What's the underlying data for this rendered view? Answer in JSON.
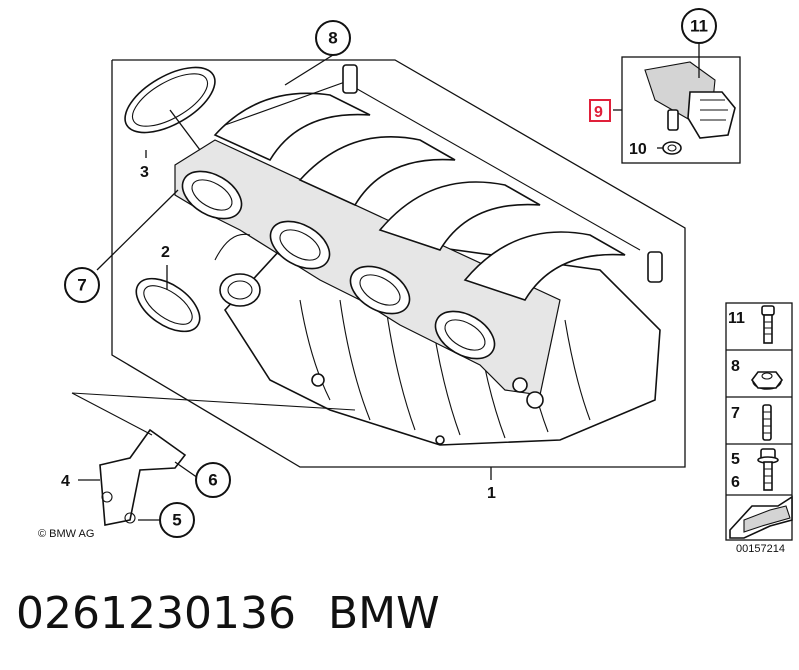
{
  "callouts": {
    "c1": "1",
    "c2": "2",
    "c3": "3",
    "c4": "4",
    "c5": "5",
    "c6": "6",
    "c7": "7",
    "c8": "8",
    "c9": "9",
    "c10": "10",
    "c11": "11"
  },
  "legend": {
    "row1": "11",
    "row2": "8",
    "row3": "7",
    "row4a": "5",
    "row4b": "6"
  },
  "copyright": "© BMW AG",
  "drawing_id": "00157214",
  "footer": {
    "part_number": "0261230136",
    "brand": "BMW"
  },
  "colors": {
    "line": "#111111",
    "highlight": "#e0203a",
    "shade": "#e6e6e6"
  }
}
